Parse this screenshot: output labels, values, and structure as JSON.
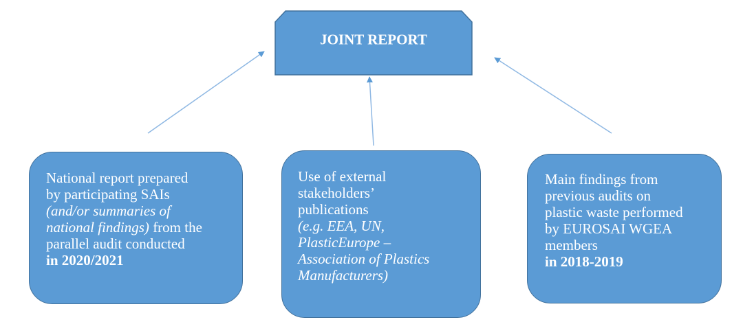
{
  "colors": {
    "box_fill": "#5b9bd5",
    "box_border": "#41719c",
    "arrow": "#8fb8e3",
    "arrow_head": "#5b9bd5",
    "text": "#ffffff"
  },
  "diagram": {
    "target": {
      "label": "JOINT REPORT"
    },
    "sources": [
      {
        "id": "national-reports",
        "lines": [
          {
            "text": "National report prepared",
            "style": "normal"
          },
          {
            "text": "by participating SAIs",
            "style": "normal"
          },
          {
            "text": "(and/or summaries of",
            "style": "italic"
          },
          {
            "segments": [
              {
                "text": "national findings)",
                "style": "italic"
              },
              {
                "text": " from the",
                "style": "normal"
              }
            ]
          },
          {
            "text": "parallel audit conducted",
            "style": "normal"
          },
          {
            "text": "in 2020/2021",
            "style": "bold"
          }
        ]
      },
      {
        "id": "external-publications",
        "lines": [
          {
            "text": "Use of external",
            "style": "normal"
          },
          {
            "text": "stakeholders’",
            "style": "normal"
          },
          {
            "text": "publications",
            "style": "normal"
          },
          {
            "text": "(e.g. EEA, UN,",
            "style": "italic"
          },
          {
            "text": "PlasticEurope –",
            "style": "italic"
          },
          {
            "text": "Association of Plastics",
            "style": "italic"
          },
          {
            "text": "Manufacturers)",
            "style": "italic"
          }
        ]
      },
      {
        "id": "previous-audits",
        "lines": [
          {
            "text": "Main findings from",
            "style": "normal"
          },
          {
            "text": "previous audits on",
            "style": "normal"
          },
          {
            "text": "plastic waste performed",
            "style": "normal"
          },
          {
            "text": "by EUROSAI WGEA",
            "style": "normal"
          },
          {
            "text": "members",
            "style": "normal"
          },
          {
            "text": "in 2018-2019",
            "style": "bold"
          }
        ]
      }
    ],
    "connections": [
      {
        "from": "national-reports",
        "to": "joint-report"
      },
      {
        "from": "external-publications",
        "to": "joint-report"
      },
      {
        "from": "previous-audits",
        "to": "joint-report"
      }
    ]
  }
}
